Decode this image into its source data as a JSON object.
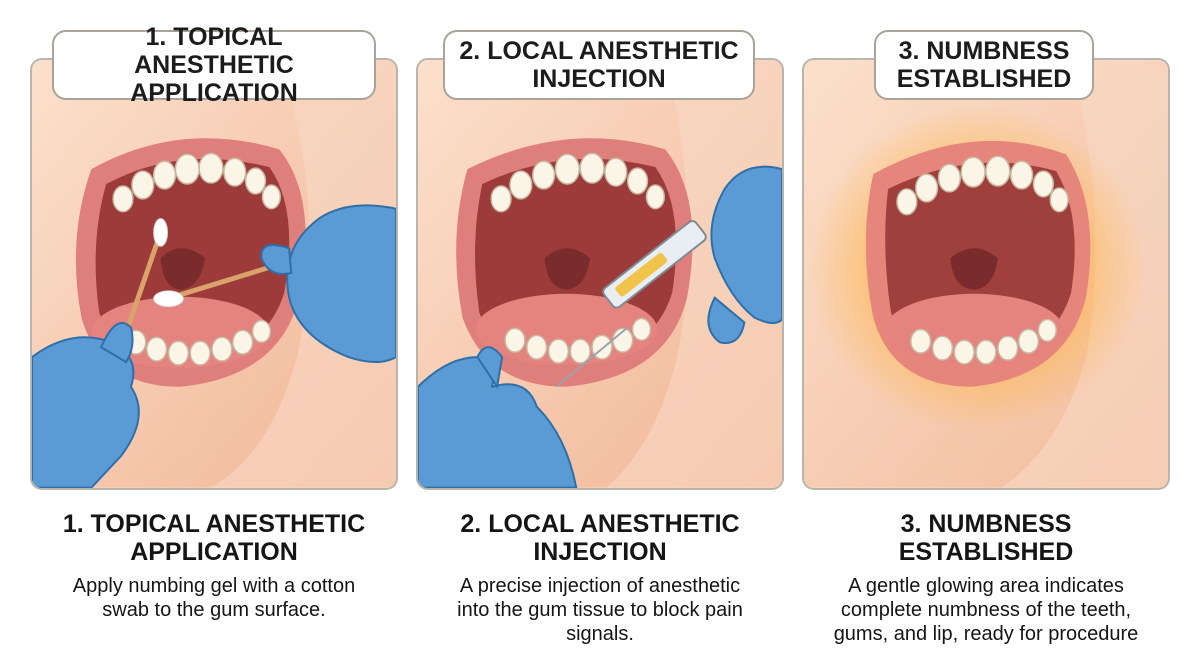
{
  "steps": [
    {
      "label_lines": [
        "1. TOPICAL ANESTHETIC",
        "APPLICATION"
      ],
      "title_lines": [
        "1. TOPICAL ANESTHETIC",
        "APPLICATION"
      ],
      "desc_lines": [
        "Apply numbing gel with a cotton",
        "swab to the gum surface."
      ]
    },
    {
      "label_lines": [
        "2. LOCAL ANESTHETIC",
        "INJECTION"
      ],
      "title_lines": [
        "2. LOCAL ANESTHETIC",
        "INJECTION"
      ],
      "desc_lines": [
        "A precise injection of anesthetic",
        "into the gum tissue to block pain",
        "signals."
      ]
    },
    {
      "label_lines": [
        "3. NUMBNESS",
        "ESTABLISHED"
      ],
      "title_lines": [
        "3. NUMBNESS",
        "ESTABLISHED"
      ],
      "desc_lines": [
        "A gentle glowing area indicates",
        "complete numbness of the teeth,",
        "gums, and lip, ready for procedure"
      ]
    }
  ],
  "colors": {
    "skin": "#f6c9ad",
    "lip": "#df7f7b",
    "gum": "#e68f88",
    "mouth": "#9c3b3a",
    "tongue": "#e5837f",
    "tooth": "#fbf5e8",
    "glove": "#5b9bd5",
    "glow": "#ffb23f"
  }
}
